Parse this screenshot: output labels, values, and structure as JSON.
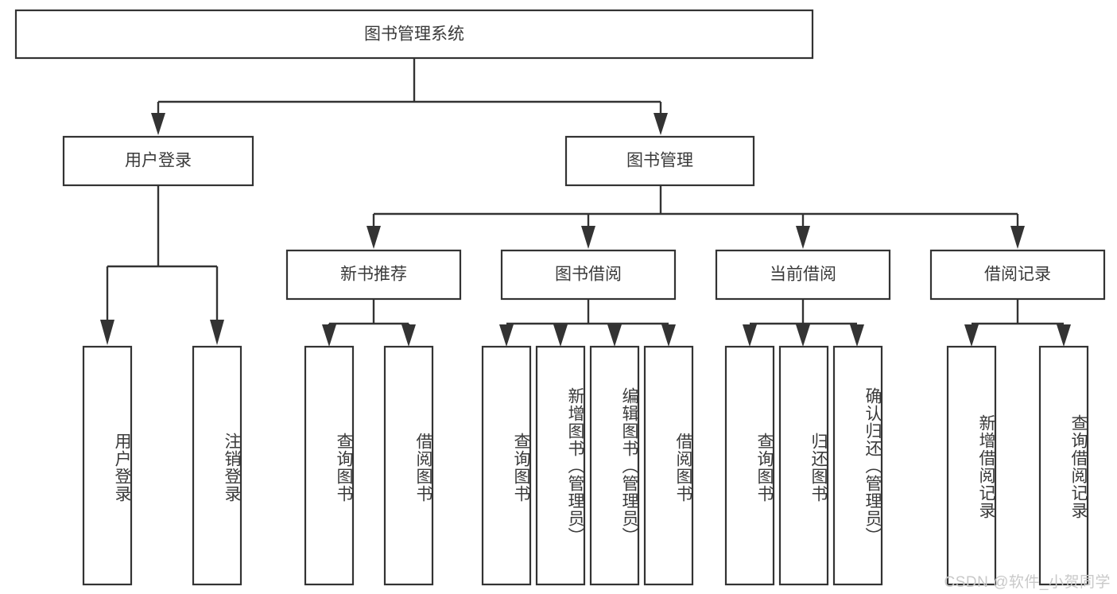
{
  "diagram": {
    "title": "图书管理系统",
    "type": "tree-hierarchy-flowchart",
    "colors": {
      "stroke": "#333333",
      "fill": "#ffffff",
      "text": "#3a3a3a",
      "watermark": "#c9c9c9",
      "background": "#ffffff"
    },
    "root": {
      "label": "图书管理系统"
    },
    "level2": [
      {
        "label": "用户登录"
      },
      {
        "label": "图书管理"
      }
    ],
    "level3": [
      {
        "label": "新书推荐"
      },
      {
        "label": "图书借阅"
      },
      {
        "label": "当前借阅"
      },
      {
        "label": "借阅记录"
      }
    ],
    "leaves": {
      "user_login": [
        {
          "label": "用户登录"
        },
        {
          "label": "注销登录"
        }
      ],
      "new_book_recommend": [
        {
          "label": "查询图书"
        },
        {
          "label": "借阅图书"
        }
      ],
      "book_borrow": [
        {
          "label": "查询图书"
        },
        {
          "label": "新增图书（管理员）"
        },
        {
          "label": "编辑图书（管理员）"
        },
        {
          "label": "借阅图书"
        }
      ],
      "current_borrow": [
        {
          "label": "查询图书"
        },
        {
          "label": "归还图书"
        },
        {
          "label": "确认归还（管理员）"
        }
      ],
      "borrow_record": [
        {
          "label": "新增借阅记录"
        },
        {
          "label": "查询借阅记录"
        }
      ]
    }
  },
  "watermark": {
    "text": "CSDN @软件_小贺同学"
  }
}
